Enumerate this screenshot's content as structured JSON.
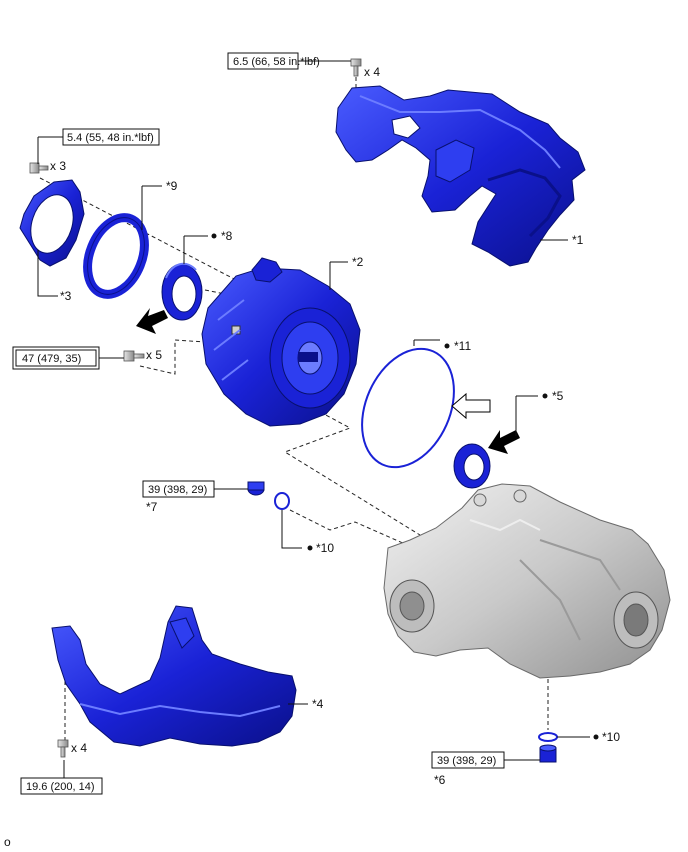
{
  "torque": {
    "t1": "6.5 (66, 58 in.*lbf)",
    "t2": "5.4 (55, 48 in.*lbf)",
    "t3": "47 (479, 35)",
    "t4": "39 (398, 29)",
    "t5": "39 (398, 29)",
    "t6": "19.6 (200, 14)"
  },
  "qty": {
    "q1": "x 4",
    "q2": "x 3",
    "q3": "x 5",
    "q4": "x 4"
  },
  "callouts": {
    "c1": "*1",
    "c2": "*2",
    "c3": "*3",
    "c4": "*4",
    "c5": "*5",
    "c6": "*6",
    "c7": "*7",
    "c8": "*8",
    "c9": "*9",
    "c10a": "*10",
    "c10b": "*10",
    "c11": "*11"
  },
  "corner_mark": "o",
  "colors": {
    "part_blue": "#1a22d6",
    "part_blue_light": "#3b49f0",
    "part_blue_dark": "#0a108a",
    "transaxle_gray": "#cfcfcf",
    "bolt_gray": "#b7b7b7"
  }
}
